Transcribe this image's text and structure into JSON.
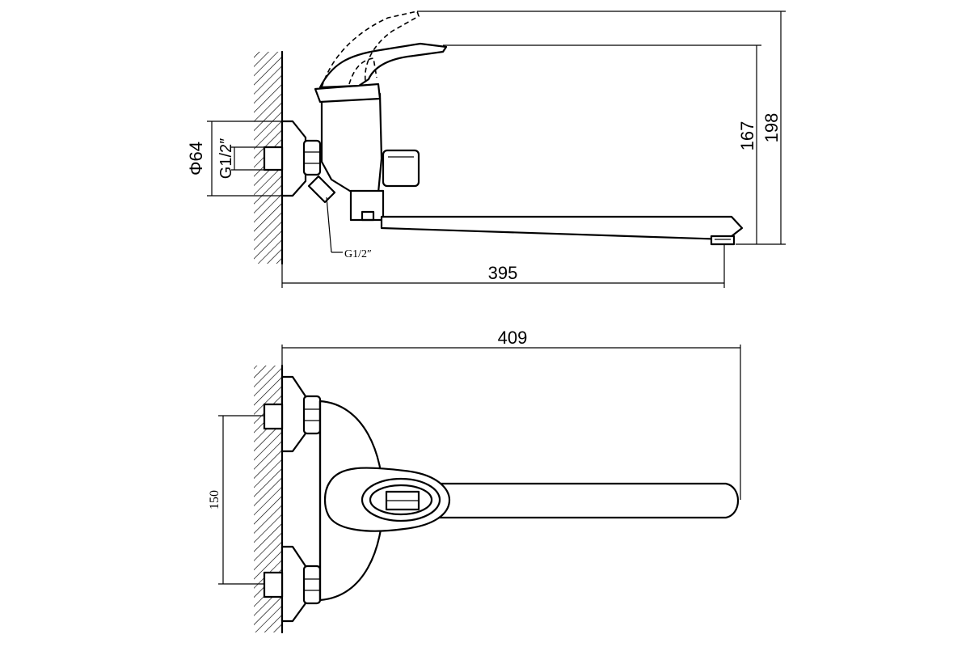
{
  "dimensions": {
    "length_395": "395",
    "length_409": "409",
    "height_167": "167",
    "height_198": "198",
    "diameter_64": "Φ64",
    "thread_vertical": "G1/2″",
    "thread_inlet": "G1/2″",
    "spacing_150": "150"
  },
  "colors": {
    "line": "#000000",
    "background": "#ffffff"
  }
}
